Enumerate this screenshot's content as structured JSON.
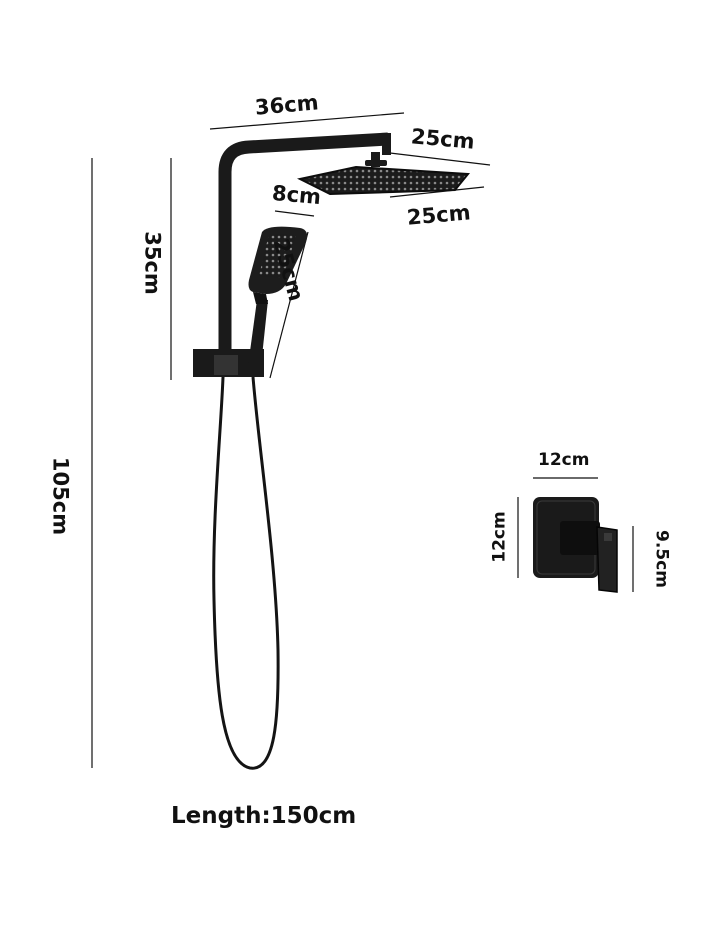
{
  "colors": {
    "fixture": "#1a1a1a",
    "line": "#111111",
    "background": "#ffffff"
  },
  "dimensions": {
    "arm_width": "36cm",
    "head_depth": "25cm",
    "head_width": "25cm",
    "handset_width": "8cm",
    "handset_length": "25cm",
    "riser_height": "35cm",
    "total_height": "105cm",
    "mixer_width": "12cm",
    "mixer_height": "12cm",
    "mixer_handle": "9.5cm"
  },
  "hose": {
    "caption": "Length:150cm"
  }
}
